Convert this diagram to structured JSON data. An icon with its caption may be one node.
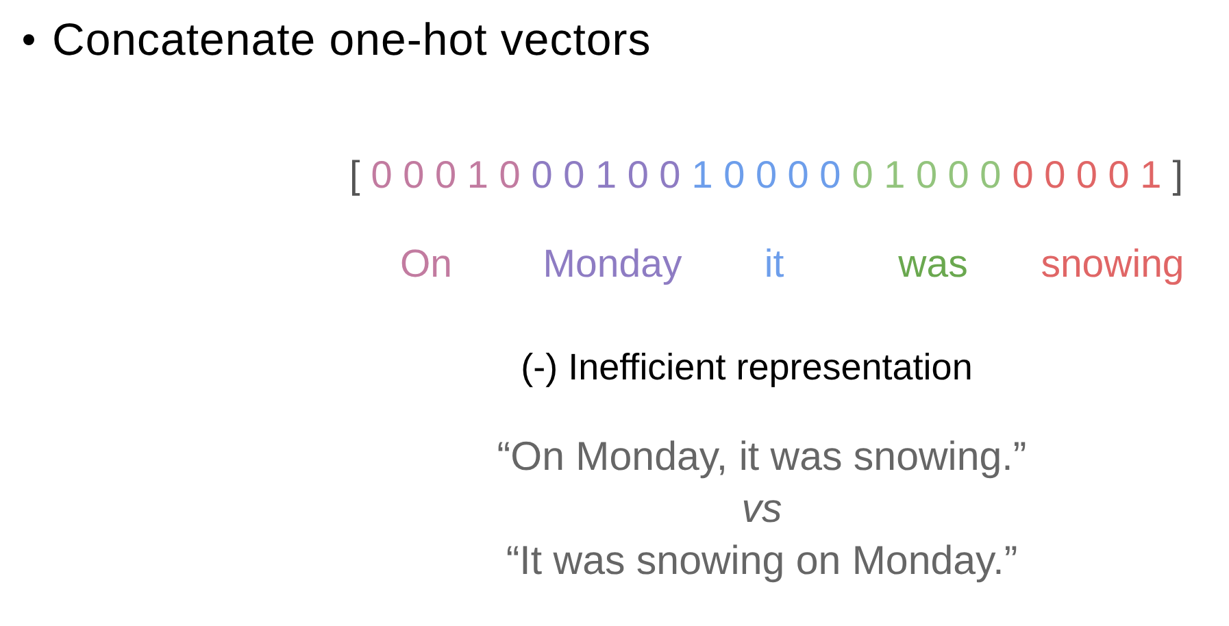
{
  "diagram": {
    "title": "Concatenate one-hot vectors",
    "labels": [
      "[",
      "0 0 0 1 0",
      "0 0 1 0 0",
      "1 0 0 0 0",
      "0 1 0 0 0",
      "0 0 0 0 1",
      "]",
      "On",
      "Monday",
      "it",
      "was",
      "snowing",
      "(-) Inefficient representation",
      "“On Monday, it was snowing.”",
      "vs",
      "“It was snowing on Monday.”"
    ]
  }
}
